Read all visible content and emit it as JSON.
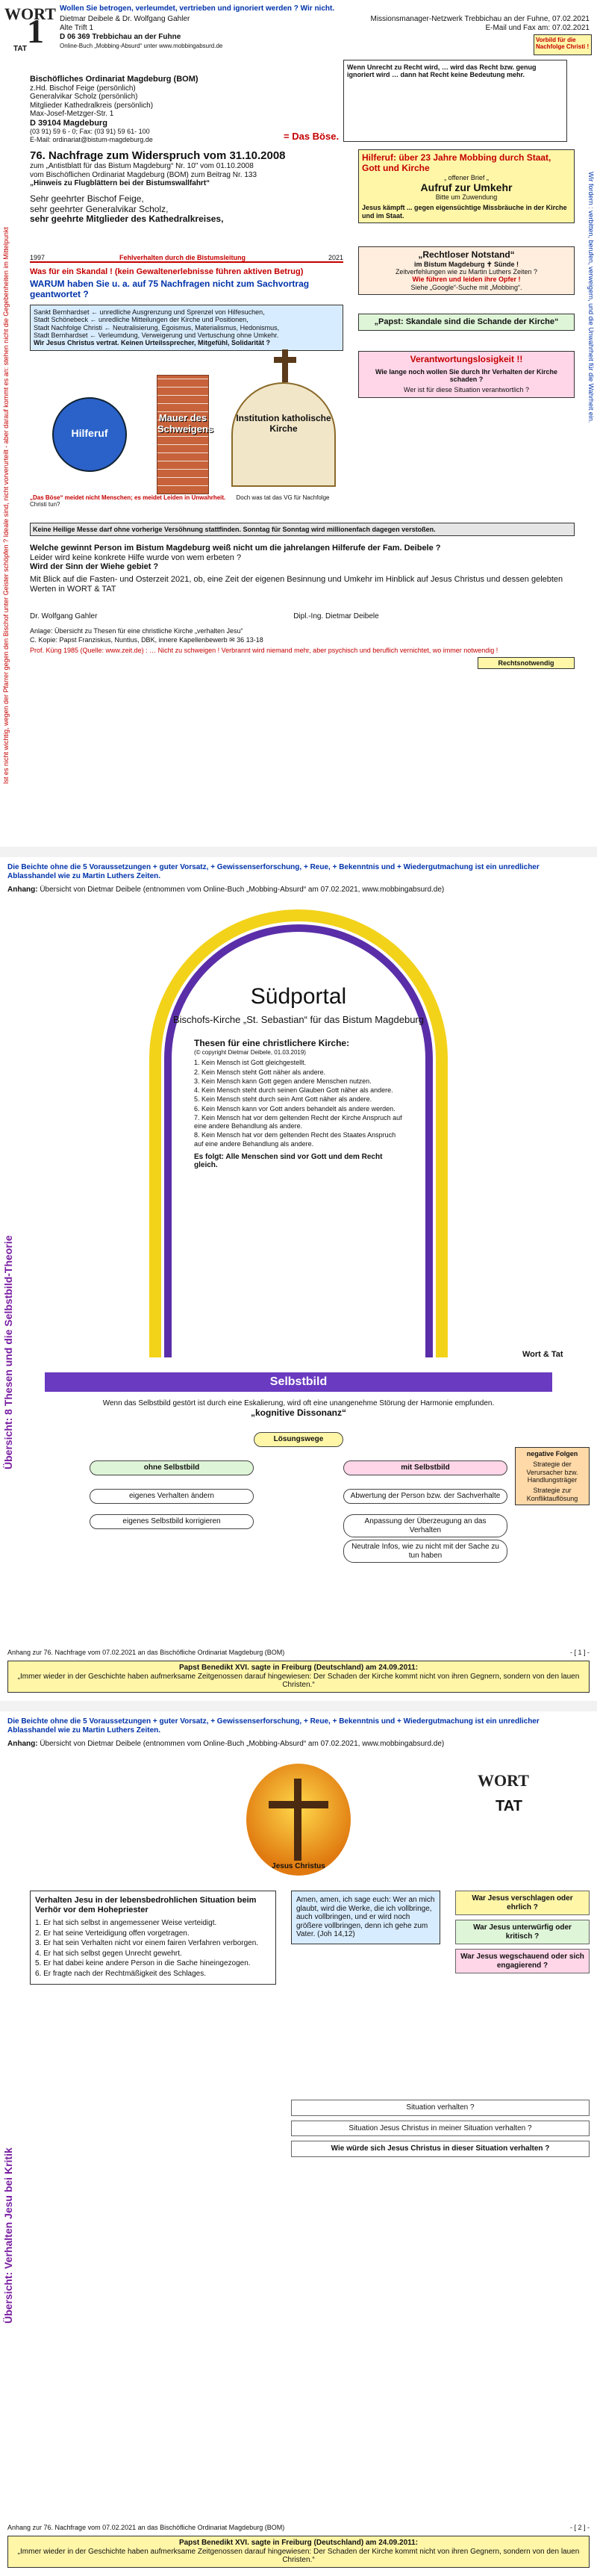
{
  "p1": {
    "header": {
      "wollen_line": "Wollen Sie betrogen, verleumdet, vertrieben und ignoriert werden ? Wir nicht.",
      "authors": "Dietmar Deibele & Dr. Wolfgang Gahler",
      "right_city": "Missionsmanager-Netzwerk  Trebbichau an der Fuhne, 07.02.2021",
      "address1": "Alte Trift 1",
      "right_contact": "E-Mail und Fax am:   07.02.2021",
      "address2": "D 06 369 Trebbichau an der Fuhne",
      "online": "Online-Buch „Mobbing-Absurd“ unter www.mobbingabsurd.de",
      "wort": "WORT",
      "tat": "TAT",
      "seite": "1"
    },
    "vorbild": "Vorbild für die Nachfolge Christi !",
    "intro_quote": "Wenn Unrecht zu Recht wird, … wird das Recht bzw. genug ignoriert wird … dann hat Recht keine Bedeutung mehr.",
    "recipient": {
      "title": "Bischöfliches Ordinariat Magdeburg (BOM)",
      "lines": [
        "z.Hd. Bischof Feige          (persönlich)",
        "Generalvikar Scholz         (persönlich)",
        "Mitglieder Kathedralkreis  (persönlich)",
        "Max-Josef-Metzger-Str. 1",
        "D 39104 Magdeburg"
      ],
      "phone": "(03 91) 59 6 - 0;  Fax: (03 91) 59 61- 100",
      "email": "E-Mail: ordinariat@bistum-magdeburg.de"
    },
    "das_boese": "= Das Böse.",
    "nachfrage": {
      "number": "76.",
      "title": "Nachfrage zum Widerspruch vom 31.10.2008",
      "l2": "zum „Antistblatt für das Bistum Magdeburg“ Nr. 10\" vom 01.10.2008",
      "l3": "vom Bischöflichen Ordinariat Magdeburg (BOM) zum Beitrag Nr. 133",
      "l4": "„Hinweis zu Flugblättern bei der Bistumswallfahrt“"
    },
    "greeting1": "Sehr geehrter Bischof Feige,",
    "greeting2": "sehr geehrter Generalvikar Scholz,",
    "greeting3": "sehr geehrte Mitglieder des Kathedralkreises,",
    "fehlverhalten": "Fehlverhalten durch die Bistumsleitung",
    "years": [
      "1997",
      "2021"
    ],
    "skandal": "Was für ein Skandal ! (kein Gewaltenerlebnisse führen aktiven Betrug)",
    "warum": "WARUM haben Sie u. a. auf 75 Nachfragen nicht zum Sachvortrag geantwortet ?",
    "mitte_list": [
      "Sankt Bernhardset ← unredliche Ausgrenzung und Sprenzel von Hilfesuchen,",
      "Stadt Schönebeck ← unredliche Mitteilungen der Kirche und Positionen,",
      "Stadt Nachfolge Christi ← Neutralisierung, Egoismus, Materialismus, Hedonismus,",
      "Stadt Bernhardset ← Verleumdung, Verweigerung und Vertuschung ohne Umkehr.",
      "Wir Jesus Christus vertrat. Keinen Urteilssprecher, Mitgefühl, Solidarität ?"
    ],
    "hilferuf": "Hilferuf",
    "mauer": "Mauer des Schweigens",
    "institution": "Institution katholische Kirche",
    "boese_note": "„Das Böse“ meidet nicht Menschen; es meidet Leiden in Unwahrheit.",
    "reaction": "Doch was tat das VG für Nachfolge Christi tun?",
    "hilferuf_right": {
      "title": "Hilferuf: über 23 Jahre Mobbing durch Staat, Gott und Kirche",
      "sub": "„ offener Brief „",
      "aufruf": "Aufruf zur Umkehr",
      "bitte": "Bitte um Zuwendung",
      "jesus": "Jesus kämpft ... gegen eigensüchtige Missbräuche in der Kirche und im Staat."
    },
    "rechtloser": {
      "title": "„Rechtloser Notstand“",
      "l2": "im Bistum Magdeburg  ✝  Sünde !",
      "l3": "Zeitverfehlungen wie zu Martin Luthers Zeiten ?",
      "l4": "Wie führen und leiden ihre Opfer !",
      "l5": "Siehe „Google“-Suche mit „Mobbing“."
    },
    "papst_quote": "„Papst: Skandale sind die Schande der Kirche“",
    "verantwortung": "Verantwortungslosigkeit !!",
    "wie_lange": "Wie lange noch wollen Sie durch Ihr Verhalten der Kirche schaden ?",
    "verantwortlich": "Wer ist für diese Situation verantwortlich ?",
    "keine_heilige_messe": "Keine Heilige Messe darf ohne vorherige Versöhnung stattfinden. Sonntag für Sonntag wird millionenfach dagegen verstoßen.",
    "welche_gewinne": "Welche gewinnt Person im Bistum Magdeburg weiß nicht um die jahrelangen Hilferufe der Fam. Deibele ?",
    "leider": "Leider wird keine konkrete Hilfe wurde von wem erbeten ?",
    "wortsinn": "Wird der Sinn der Wiehe gebiet ?",
    "fastenzeit": "Mit Blick auf die Fasten- und Osterzeit 2021, ob, eine Zeit der eigenen Besinnung und Umkehr im Hinblick auf Jesus Christus und dessen gelebten Werten in WORT & TAT",
    "signoff_left": "Dr. Wolfgang Gahler",
    "signoff_right": "Dipl.-Ing. Dietmar Deibele",
    "anlage": "Anlage:   Übersicht zu Thesen für eine christliche Kirche „verhalten Jesu“",
    "copy_line": "C. Kopie:  Papst Franziskus, Nuntius, DBK, innere Kapellenbewerb ✉ 36 13-18",
    "footer": "Prof. Küng 1985 (Quelle: www.zeit.de) : … Nicht zu schweigen ! Verbrannt wird niemand mehr, aber psychisch und beruflich vernichtet, wo immer notwendig !",
    "rechtsnotwendig": "Rechtsnotwendig",
    "side_left": "Ist es nicht wichtig, wegen der Pfarrer gegen den Bischof unter Geister schöpfen ? Ideale sind, nicht vorverurteilt - aber darauf kommt es an: stehen nicht die Gegebenheiten im Mittelpunkt",
    "side_right": "Wir fordern : verbitten, berufen, verweigern, und die Unwahrheit für die Wahrheit ein."
  },
  "p2": {
    "top_bar": "Die Beichte ohne die 5 Voraussetzungen + guter Vorsatz, + Gewissenserforschung, + Reue, + Bekenntnis und + Wiedergutmachung ist ein unredlicher Ablasshandel wie zu Martin Luthers Zeiten.",
    "anhang": "Anhang:",
    "uebersicht": "Übersicht von Dietmar Deibele (entnommen vom Online-Buch „Mobbing-Absurd“ am 07.02.2021, www.mobbingabsurd.de)",
    "suedportal": "Südportal",
    "church": "Bischofs-Kirche „St. Sebastian“ für das Bistum Magdeburg",
    "thesen_title": "Thesen für eine christlichere Kirche:",
    "thesen_sub": "(© copyright Dietmar Deibele, 01.03.2019)",
    "thesen": [
      "1.  Kein Mensch ist Gott gleichgestellt.",
      "2.  Kein Mensch steht Gott näher als andere.",
      "3.  Kein Mensch kann Gott gegen andere Menschen nutzen.",
      "4.  Kein Mensch steht durch seinen Glauben Gott näher als andere.",
      "5.  Kein Mensch steht durch sein Amt Gott näher als andere.",
      "6.  Kein Mensch kann vor Gott anders behandelt als andere werden.",
      "7.  Kein Mensch hat vor dem geltenden Recht der Kirche Anspruch auf eine andere Behandlung als andere.",
      "8.  Kein Mensch hat vor dem geltenden Recht des Staates Anspruch auf eine andere Behandlung als andere."
    ],
    "thesen_closing": "Es folgt: Alle Menschen sind vor Gott und dem Recht gleich.",
    "selbstbild": "Selbstbild",
    "wort_tat": "Wort & Tat",
    "wenn_selbstbild": "Wenn das Selbstbild gestört ist durch eine Eskalierung, wird oft eine unangenehme Störung der Harmonie empfunden.",
    "kognitive": "„kognitive Dissonanz“",
    "loesungswege": "Lösungswege",
    "ohne_sb": "ohne Selbstbild",
    "mit_sb": "mit Selbstbild",
    "ohne_items": [
      "eigenes Verhalten ändern",
      "eigenes Selbstbild korrigieren"
    ],
    "mit_items": [
      "Abwertung der Person bzw. der Sachverhalte",
      "Anpassung der Überzeugung an das Verhalten",
      "Neutrale Infos, wie zu nicht mit der Sache zu tun haben"
    ],
    "negative_folgen": "negative Folgen",
    "strategie1": "Strategie der Verursacher bzw. Handlungsträger",
    "strategie2": "Strategie zur Konfliktauflösung",
    "uebersicht_side": "Übersicht: 8 Thesen und die Selbstbild-Theorie",
    "papst_bar": "Papst Benedikt XVI. sagte in Freiburg (Deutschland) am 24.09.2011:",
    "papst_quote": "„Immer wieder in der Geschichte haben aufmerksame Zeitgenossen darauf hingewiesen: Der Schaden der Kirche kommt nicht von ihren Gegnern, sondern von den lauen Christen.“",
    "footer": "Anhang zur 76. Nachfrage vom 07.02.2021 an das Bischöfliche Ordinariat Magdeburg (BOM)",
    "page_num": "- [ 1 ] -"
  },
  "p3": {
    "top_bar": "Die Beichte ohne die 5 Voraussetzungen + guter Vorsatz, + Gewissenserforschung, + Reue, + Bekenntnis und + Wiedergutmachung ist ein unredlicher Ablasshandel wie zu Martin Luthers Zeiten.",
    "anhang": "Anhang:",
    "uebersicht": "Übersicht von Dietmar Deibele (entnommen vom Online-Buch „Mobbing-Absurd“ am 07.02.2021, www.mobbingabsurd.de)",
    "jesus_label": "Jesus Christus",
    "wort": "WORT",
    "tat": "TAT",
    "side_left_title": "Übersicht: Verhalten Jesu bei Kritik",
    "verhalten_title": "Verhalten Jesu in der lebensbedrohlichen Situation beim Verhör vor dem Hohepriester",
    "verhalten_list": [
      "1. Er hat sich selbst in angemessener Weise verteidigt.",
      "2. Er hat seine Verteidigung offen vorgetragen.",
      "3. Er hat sein Verhalten nicht vor einem fairen Verfahren verborgen.",
      "4. Er hat sich selbst gegen Unrecht gewehrt.",
      "5. Er hat dabei keine andere Person in die Sache hineingezogen.",
      "6. Er fragte nach der Rechtmäßigkeit des Schlages."
    ],
    "fragen": [
      "War Jesus verschlagen oder ehrlich ?",
      "War Jesus unterwürfig oder kritisch ?",
      "War Jesus wegschauend oder sich engagierend ?"
    ],
    "situation": [
      "Situation verhalten ?",
      "Situation Jesus Christus in meiner Situation verhalten ?",
      "Wie würde sich Jesus Christus in dieser Situation verhalten ?"
    ],
    "quote_right": "Amen, amen, ich sage euch: Wer an mich glaubt, wird die Werke, die ich vollbringe, auch vollbringen, und er wird noch größere vollbringen, denn ich gehe zum Vater. (Joh 14,12)",
    "papst_bar": "Papst Benedikt XVI. sagte in Freiburg (Deutschland) am 24.09.2011:",
    "papst_quote": "„Immer wieder in der Geschichte haben aufmerksame Zeitgenossen darauf hingewiesen: Der Schaden der Kirche kommt nicht von ihren Gegnern, sondern von den lauen Christen.“",
    "footer": "Anhang zur 76. Nachfrage vom 07.02.2021 an das Bischöfliche Ordinariat Magdeburg (BOM)",
    "page_num": "- [ 2 ] -"
  }
}
